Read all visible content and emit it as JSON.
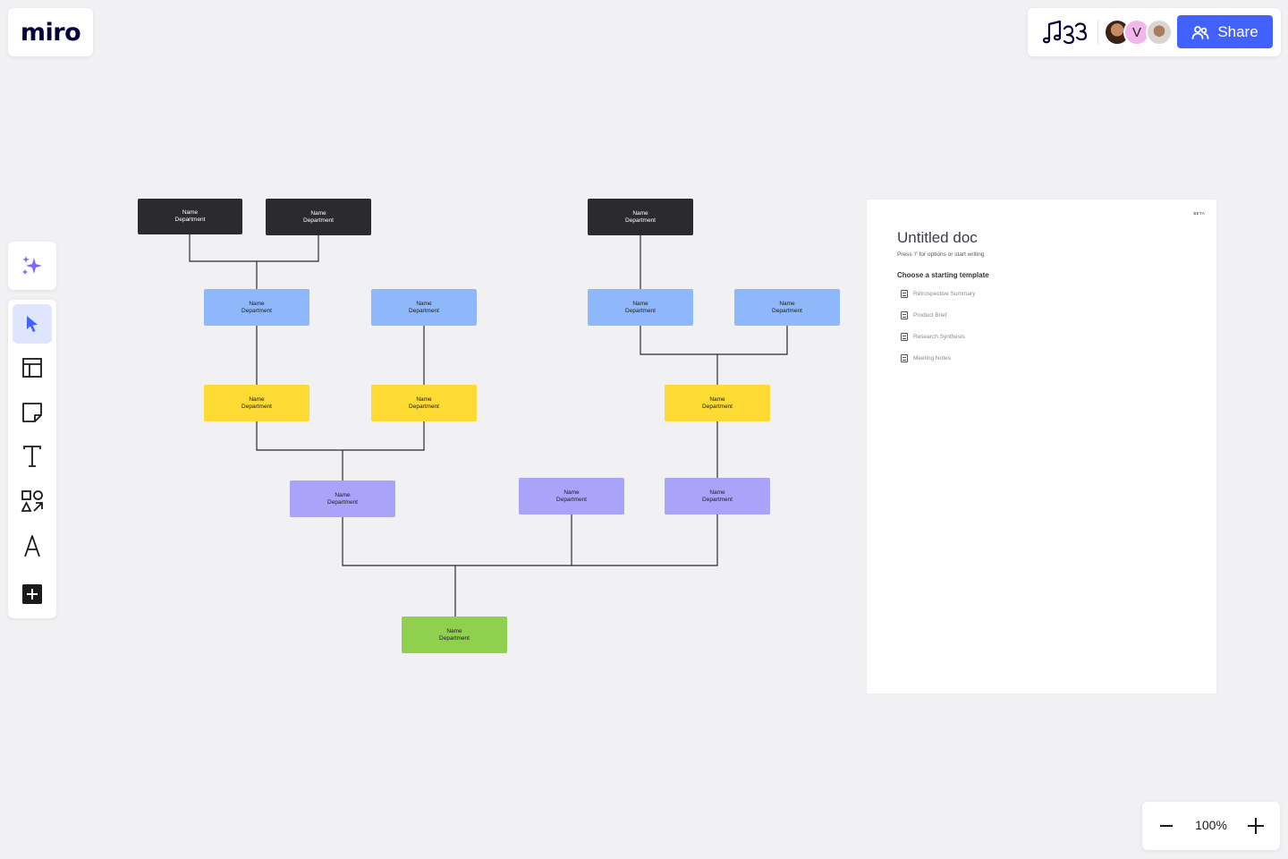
{
  "brand": {
    "logo_text": "miro"
  },
  "header": {
    "share_label": "Share",
    "collaborators": [
      {
        "kind": "photo"
      },
      {
        "kind": "initial",
        "initial": "V",
        "color": "#f2b6ea"
      },
      {
        "kind": "photo"
      }
    ]
  },
  "toolbar": {
    "tools": [
      "ai-sparkle",
      "select",
      "templates",
      "sticky-note",
      "text",
      "shapes",
      "pen",
      "add"
    ]
  },
  "org_chart": {
    "nodes": [
      {
        "name": "Name",
        "dept": "Department",
        "color": "dark"
      },
      {
        "name": "Name",
        "dept": "Department",
        "color": "dark"
      },
      {
        "name": "Name",
        "dept": "Department",
        "color": "dark"
      },
      {
        "name": "Name",
        "dept": "Department",
        "color": "blue"
      },
      {
        "name": "Name",
        "dept": "Department",
        "color": "blue"
      },
      {
        "name": "Name",
        "dept": "Department",
        "color": "blue"
      },
      {
        "name": "Name",
        "dept": "Department",
        "color": "blue"
      },
      {
        "name": "Name",
        "dept": "Department",
        "color": "yellow"
      },
      {
        "name": "Name",
        "dept": "Department",
        "color": "yellow"
      },
      {
        "name": "Name",
        "dept": "Department",
        "color": "yellow"
      },
      {
        "name": "Name",
        "dept": "Department",
        "color": "purple"
      },
      {
        "name": "Name",
        "dept": "Department",
        "color": "purple"
      },
      {
        "name": "Name",
        "dept": "Department",
        "color": "purple"
      },
      {
        "name": "Name",
        "dept": "Department",
        "color": "green"
      }
    ]
  },
  "doc": {
    "badge": "BETA",
    "title": "Untitled doc",
    "hint": "Press '/' for options or start writing",
    "choose_label": "Choose a starting template",
    "templates": [
      "Retrospective Summary",
      "Product Brief",
      "Research Synthesis",
      "Meeting Notes"
    ]
  },
  "zoom": {
    "level": "100%"
  }
}
